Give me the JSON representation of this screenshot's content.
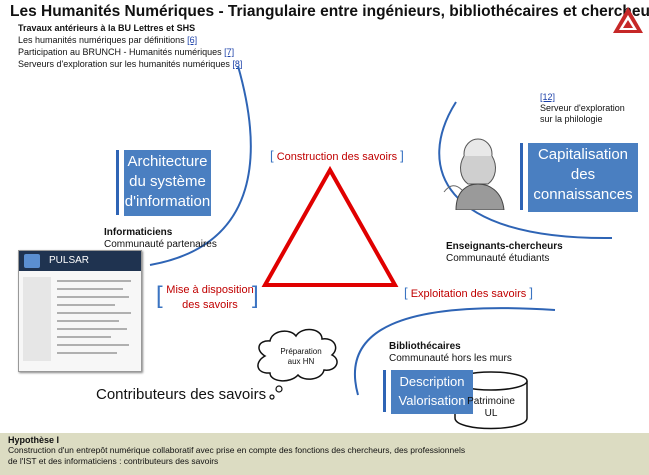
{
  "header": {
    "title": "Les Humanités Numériques - Triangulaire entre ingénieurs, bibliothécaires et chercheurs",
    "subtitle": "Travaux antérieurs à la BU Lettres et SHS",
    "links": [
      {
        "text": "Les humanités numériques par définitions",
        "ref": "[6]"
      },
      {
        "text": "Participation au BRUNCH - Humanités numériques",
        "ref": "[7]"
      },
      {
        "text": "Serveurs d'exploration sur les humanités numériques",
        "ref": "[8]"
      }
    ]
  },
  "philology": {
    "ref": "[12]",
    "line1": "Serveur d'exploration",
    "line2": "sur la philologie"
  },
  "boxes": {
    "architecture": {
      "l1": "Architecture",
      "l2": "du système",
      "l3": "d'information"
    },
    "capitalisation": {
      "l1": "Capitalisation",
      "l2": "des",
      "l3": "connaissances"
    },
    "description": {
      "l1": "Description",
      "l2": "Valorisation"
    }
  },
  "triangle_labels": {
    "top": "Construction des savoirs",
    "left_l1": "Mise à disposition",
    "left_l2": "des savoirs",
    "right": "Exploitation des savoirs"
  },
  "groups": {
    "informaticiens": {
      "name": "Informaticiens",
      "community": "Communauté partenaires"
    },
    "enseignants": {
      "name": "Enseignants-chercheurs",
      "community": "Communauté étudiants"
    },
    "bibliothecaires": {
      "name": "Bibliothécaires",
      "community": "Communauté hors les murs"
    }
  },
  "cloud": {
    "l1": "Préparation",
    "l2": "aux HN"
  },
  "contributeurs": "Contributeurs des savoirs",
  "patrimoine": {
    "l1": "Patrimoine",
    "l2": "UL"
  },
  "screenshot": {
    "brand": "PULSAR"
  },
  "hypothesis": {
    "heading": "Hypothèse I",
    "line1": "Construction d'un entrepôt numérique collaboratif avec prise en compte des fonctions des chercheurs, des professionnels",
    "line2": "de l'IST et des informaticiens : contributeurs des savoirs"
  },
  "colors": {
    "accent_blue": "#4a7fc1",
    "triangle_red": "#e00000",
    "curve_blue": "#2e64b5",
    "hypothesis_bg": "#dcdcc2"
  }
}
